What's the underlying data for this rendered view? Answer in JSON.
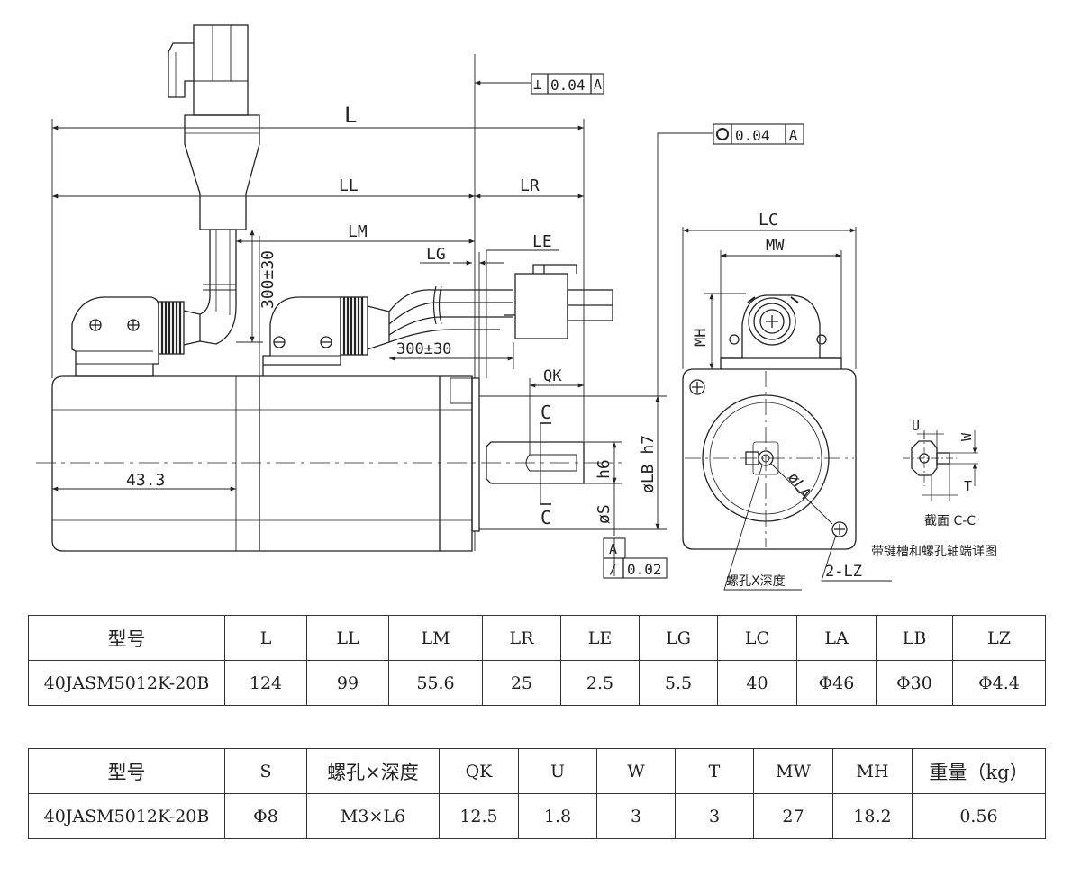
{
  "drawing": {
    "dims": {
      "L": "L",
      "LL": "LL",
      "LR": "LR",
      "LM": "LM",
      "LG": "LG",
      "LE": "LE",
      "lead1": "300±30",
      "lead2": "300±30",
      "d433": "43.3",
      "QK": "QK",
      "h6": "h6",
      "S": "øS",
      "LB": "øLB h7",
      "LC": "LC",
      "MW": "MW",
      "MH": "MH",
      "LA": "øLA",
      "U": "U",
      "W": "W",
      "T": "T",
      "C1": "C",
      "C2": "C"
    },
    "tolerances": {
      "perp_symbol": "⊥",
      "perp_value": "0.04",
      "perp_datum": "A",
      "circ_value": "0.04",
      "circ_datum": "A",
      "datum_label": "A",
      "runout_symbol": "/",
      "runout_value": "0.02"
    },
    "notes": {
      "screw_hole": "螺孔X深度",
      "lz": "2-LZ",
      "section_title": "截面 C-C",
      "section_desc": "带键槽和螺孔轴端详图"
    }
  },
  "table1": {
    "headers": [
      "型号",
      "L",
      "LL",
      "LM",
      "LR",
      "LE",
      "LG",
      "LC",
      "LA",
      "LB",
      "LZ"
    ],
    "row": [
      "40JASM5012K-20B",
      "124",
      "99",
      "55.6",
      "25",
      "2.5",
      "5.5",
      "40",
      "Φ46",
      "Φ30",
      "Φ4.4"
    ]
  },
  "table2": {
    "headers": [
      "型号",
      "S",
      "螺孔×深度",
      "QK",
      "U",
      "W",
      "T",
      "MW",
      "MH",
      "重量（kg）"
    ],
    "row": [
      "40JASM5012K-20B",
      "Φ8",
      "M3×L6",
      "12.5",
      "1.8",
      "3",
      "3",
      "27",
      "18.2",
      "0.56"
    ]
  }
}
